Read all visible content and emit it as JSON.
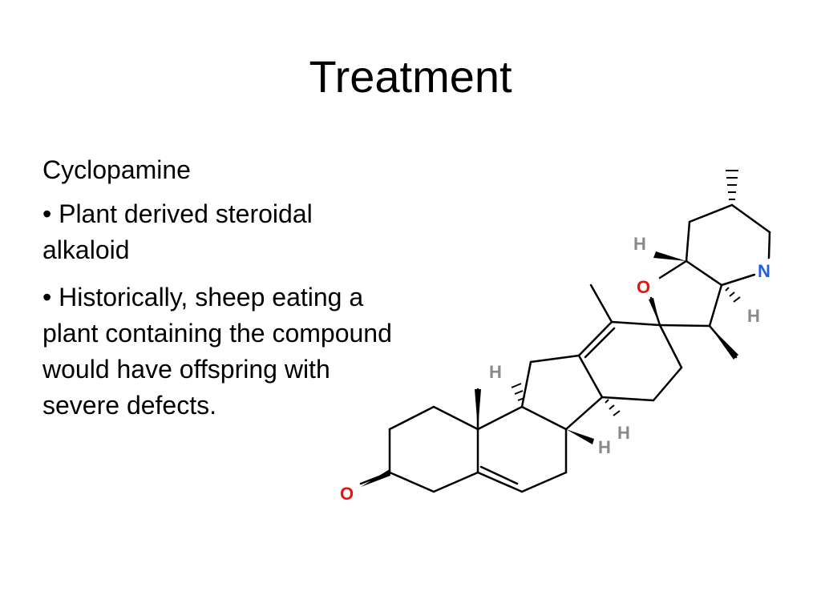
{
  "slide": {
    "title": "Treatment",
    "heading": "Cyclopamine",
    "bullets": [
      "• Plant derived steroidal alkaloid",
      "• Historically, sheep eating a plant containing the compound would have offspring with severe defects."
    ]
  },
  "molecule": {
    "name": "Cyclopamine structure",
    "atom_labels": {
      "oxygen_hydroxyl": "O",
      "oxygen_ring": "O",
      "nitrogen": "N",
      "hydrogen": "H"
    },
    "colors": {
      "bond": "#000000",
      "oxygen": "#e8140c",
      "nitrogen": "#1f5fe0",
      "hydrogen": "#8a8a8a"
    }
  }
}
